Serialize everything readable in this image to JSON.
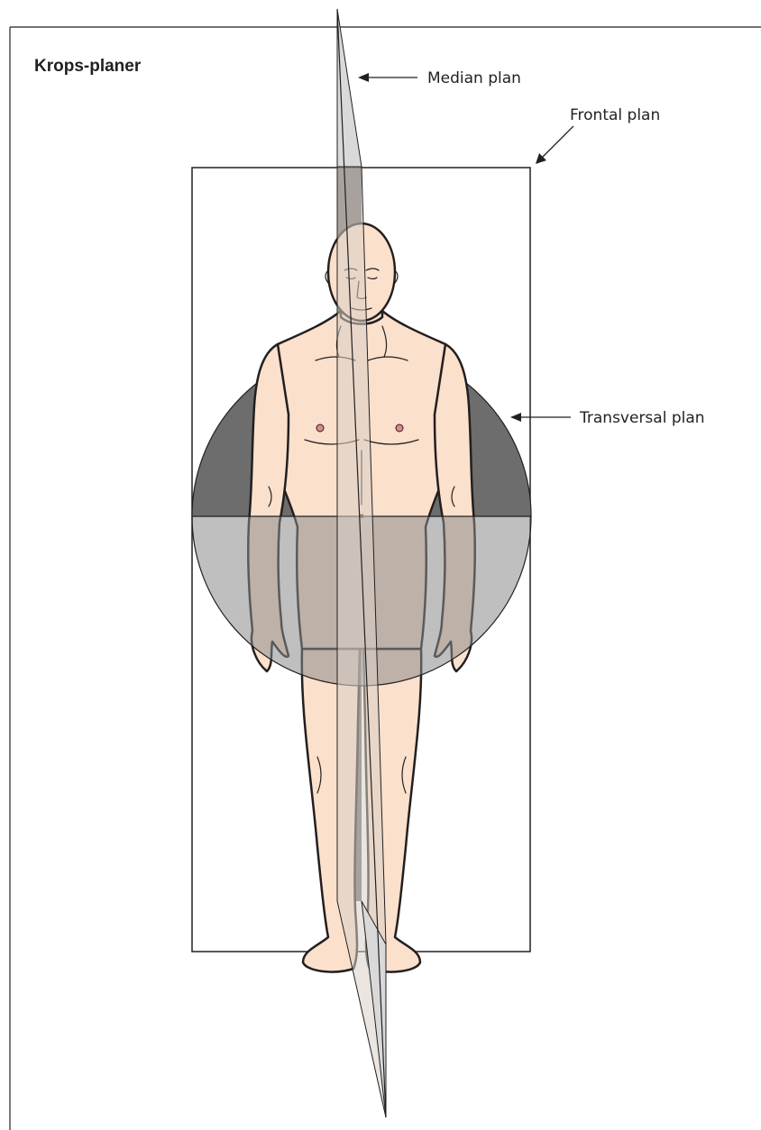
{
  "figure": {
    "title": "Krops-planer",
    "labels": {
      "median": "Median plan",
      "frontal": "Frontal plan",
      "transversal": "Transversal plan"
    }
  },
  "colors": {
    "skin": "#fbe0cc",
    "skin_shadow": "#f0c9ad",
    "outline": "#231f20",
    "median_plane_light": "#d9d9d9",
    "median_plane_dark": "#6b6b6b",
    "transversal_upper": "#6d6d6d",
    "transversal_lower": "#b5b5b5",
    "nipple": "#d98a8a"
  }
}
